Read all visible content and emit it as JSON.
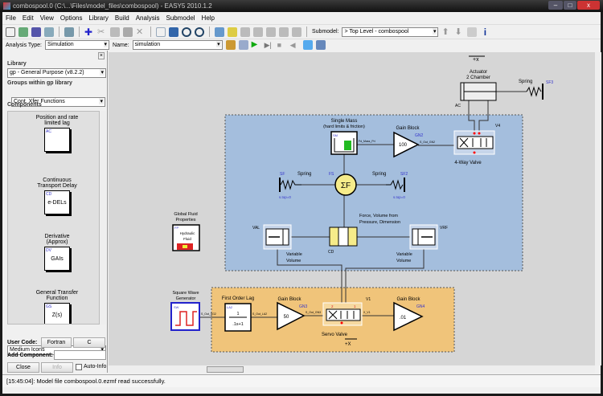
{
  "window": {
    "title": "combospool.0 (C:\\...\\Files\\model_files\\combospool) - EASY5 2010.1.2",
    "minimize": "–",
    "maximize": "□",
    "close": "x"
  },
  "menu": [
    "File",
    "Edit",
    "View",
    "Options",
    "Library",
    "Build",
    "Analysis",
    "Submodel",
    "Help"
  ],
  "toolbar": {
    "submodel_label": "Submodel:",
    "submodel_value": "> Top Level - combospool",
    "analysis_type_label": "Analysis Type:",
    "analysis_type_value": "Simulation",
    "name_label": "Name:",
    "name_value": "simulation"
  },
  "left_panel": {
    "library_label": "Library",
    "library_value": "gp - General Purpose (v8.2.2)",
    "groups_label": "Groups within gp library",
    "groups_value": "Cont. Xfer Functions",
    "components_label": "Components",
    "components": [
      {
        "name": "Position and rate limited lag",
        "tag": "AC",
        "glyph": ""
      },
      {
        "name": "Continuous Transport Delay",
        "tag": "CD",
        "glyph": "e-DELs"
      },
      {
        "name": "Derivative (Approx)",
        "tag": "DV",
        "glyph": "GAIs"
      },
      {
        "name": "General Transfer Function",
        "tag": "GS",
        "glyph": "Z(s)"
      }
    ],
    "icon_size_value": "Medium Icons",
    "user_code_label": "User Code:",
    "fortran": "Fortran",
    "c": "C",
    "add_component_label": "Add Component:",
    "add_component_value": "",
    "close": "Close",
    "info": "Info",
    "auto_info": "Auto-Info",
    "auto_info_checked": false
  },
  "diagram": {
    "colors": {
      "blue_region": "#a4bedd",
      "orange_region": "#f0c47a",
      "canvas": "#d6d6d6"
    },
    "top_dir": "+x",
    "actuator": {
      "label1": "Actuator",
      "label2": "2 Chamber",
      "tag": "AC"
    },
    "spring3": {
      "label": "Spring",
      "tag": "SF3"
    },
    "valve4": {
      "label": "4-Way Valve",
      "tag": "V4"
    },
    "mass": {
      "label1": "Single Mass",
      "label2": "(hard limits & friction)",
      "tag": "SM",
      "out": "Fd_Mass_Pri"
    },
    "gain2": {
      "label": "Gain Block",
      "tag": "GN2",
      "value": "100",
      "out": "S_Out_GN2"
    },
    "sum": {
      "tag": "FS",
      "glyph": "ΣF"
    },
    "spring1": {
      "label": "Spring",
      "tag": "SF",
      "param": "s.top=0"
    },
    "spring2": {
      "label": "Spring",
      "tag": "SF2",
      "param": "s.top=0"
    },
    "cd": {
      "label1": "Force, Volume from",
      "label2": "Pressure, Dimension",
      "tag": "CD"
    },
    "val": {
      "tag": "VAL",
      "label1": "Variable",
      "label2": "Volume"
    },
    "vrf": {
      "tag": "VRF",
      "label1": "Variable",
      "label2": "Volume"
    },
    "fluid": {
      "label1": "Global Fluid",
      "label2": "Properties",
      "tag": "FP",
      "text1": "Hydraulic",
      "text2": "Fluid"
    },
    "square": {
      "label1": "Square Wave",
      "label2": "Generator",
      "tag": "SW",
      "out": "S_Out_SG2"
    },
    "lag": {
      "label": "First Order Lag",
      "tag": "LA2",
      "num": "1",
      "den": ".1s+1",
      "out": "S_Out_LA2"
    },
    "gain3": {
      "label": "Gain Block",
      "tag": "GN3",
      "value": "50",
      "out": "S_Out_GN3"
    },
    "servo": {
      "label": "Servo Valve",
      "tag": "V1",
      "out": "X_V1",
      "dir": "+X",
      "port1": "1",
      "port2": "2"
    },
    "gain4": {
      "label": "Gain Block",
      "tag": "GN4",
      "value": ".01"
    }
  },
  "status": "[15:45:04]: Model file combospool.0.ezmf read successfully."
}
